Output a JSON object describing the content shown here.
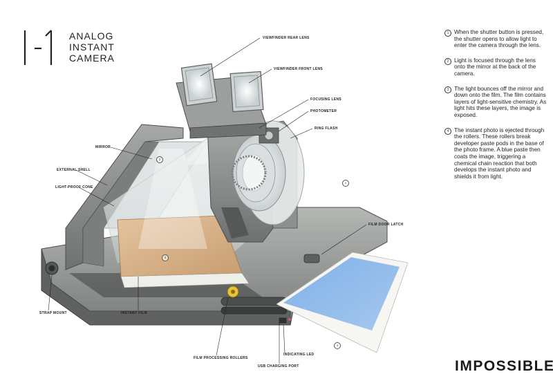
{
  "header": {
    "model": "I-1",
    "title_lines": [
      "ANALOG",
      "INSTANT",
      "CAMERA"
    ]
  },
  "steps": [
    {
      "num": "1",
      "text": "When the shutter button is pressed, the shutter opens to allow light to enter the camera through the lens."
    },
    {
      "num": "2",
      "text": "Light is focused through the lens onto the mirror at the back of the camera."
    },
    {
      "num": "3",
      "text": "The light bounces off the mirror and down onto the film. The film contains layers of light-sensitive chemistry. As light hits these layers, the image is exposed."
    },
    {
      "num": "4",
      "text": "The instant photo is ejected through the rollers. These rollers break developer paste pods in the base of the photo frame. A blue paste then coats the image, triggering a chemical chain reaction that both develops the instant photo and shields it from light."
    }
  ],
  "labels": {
    "viewfinder_rear_lens": "VIEWFINDER REAR LENS",
    "viewfinder_front_lens": "VIEWFINDER FRONT LENS",
    "focusing_lens": "FOCUSING LENS",
    "photometer": "PHOTOMETER",
    "ring_flash": "RING FLASH",
    "mirror": "MIRROR",
    "external_shell": "EXTERNAL SHELL",
    "light_proof_cone": "LIGHT-PROOF CONE",
    "strap_mount": "STRAP MOUNT",
    "instant_film": "INSTANT FILM",
    "film_processing_rollers": "FILM PROCESSING ROLLERS",
    "indicating_led": "INDICATING LED",
    "usb_charging_port": "USB CHARGING PORT",
    "film_door_latch": "FILM DOOR LATCH"
  },
  "callouts": {
    "c1": "1",
    "c2": "2",
    "c3": "3",
    "c4": "4"
  },
  "logo": "IMPOSSIBLE",
  "colors": {
    "body_grey": "#8f928f",
    "body_dark": "#5e615f",
    "film_tan": "#d9b48a",
    "photo_blue": "#8fb8e6",
    "lens_glass": "#e6ebec"
  }
}
